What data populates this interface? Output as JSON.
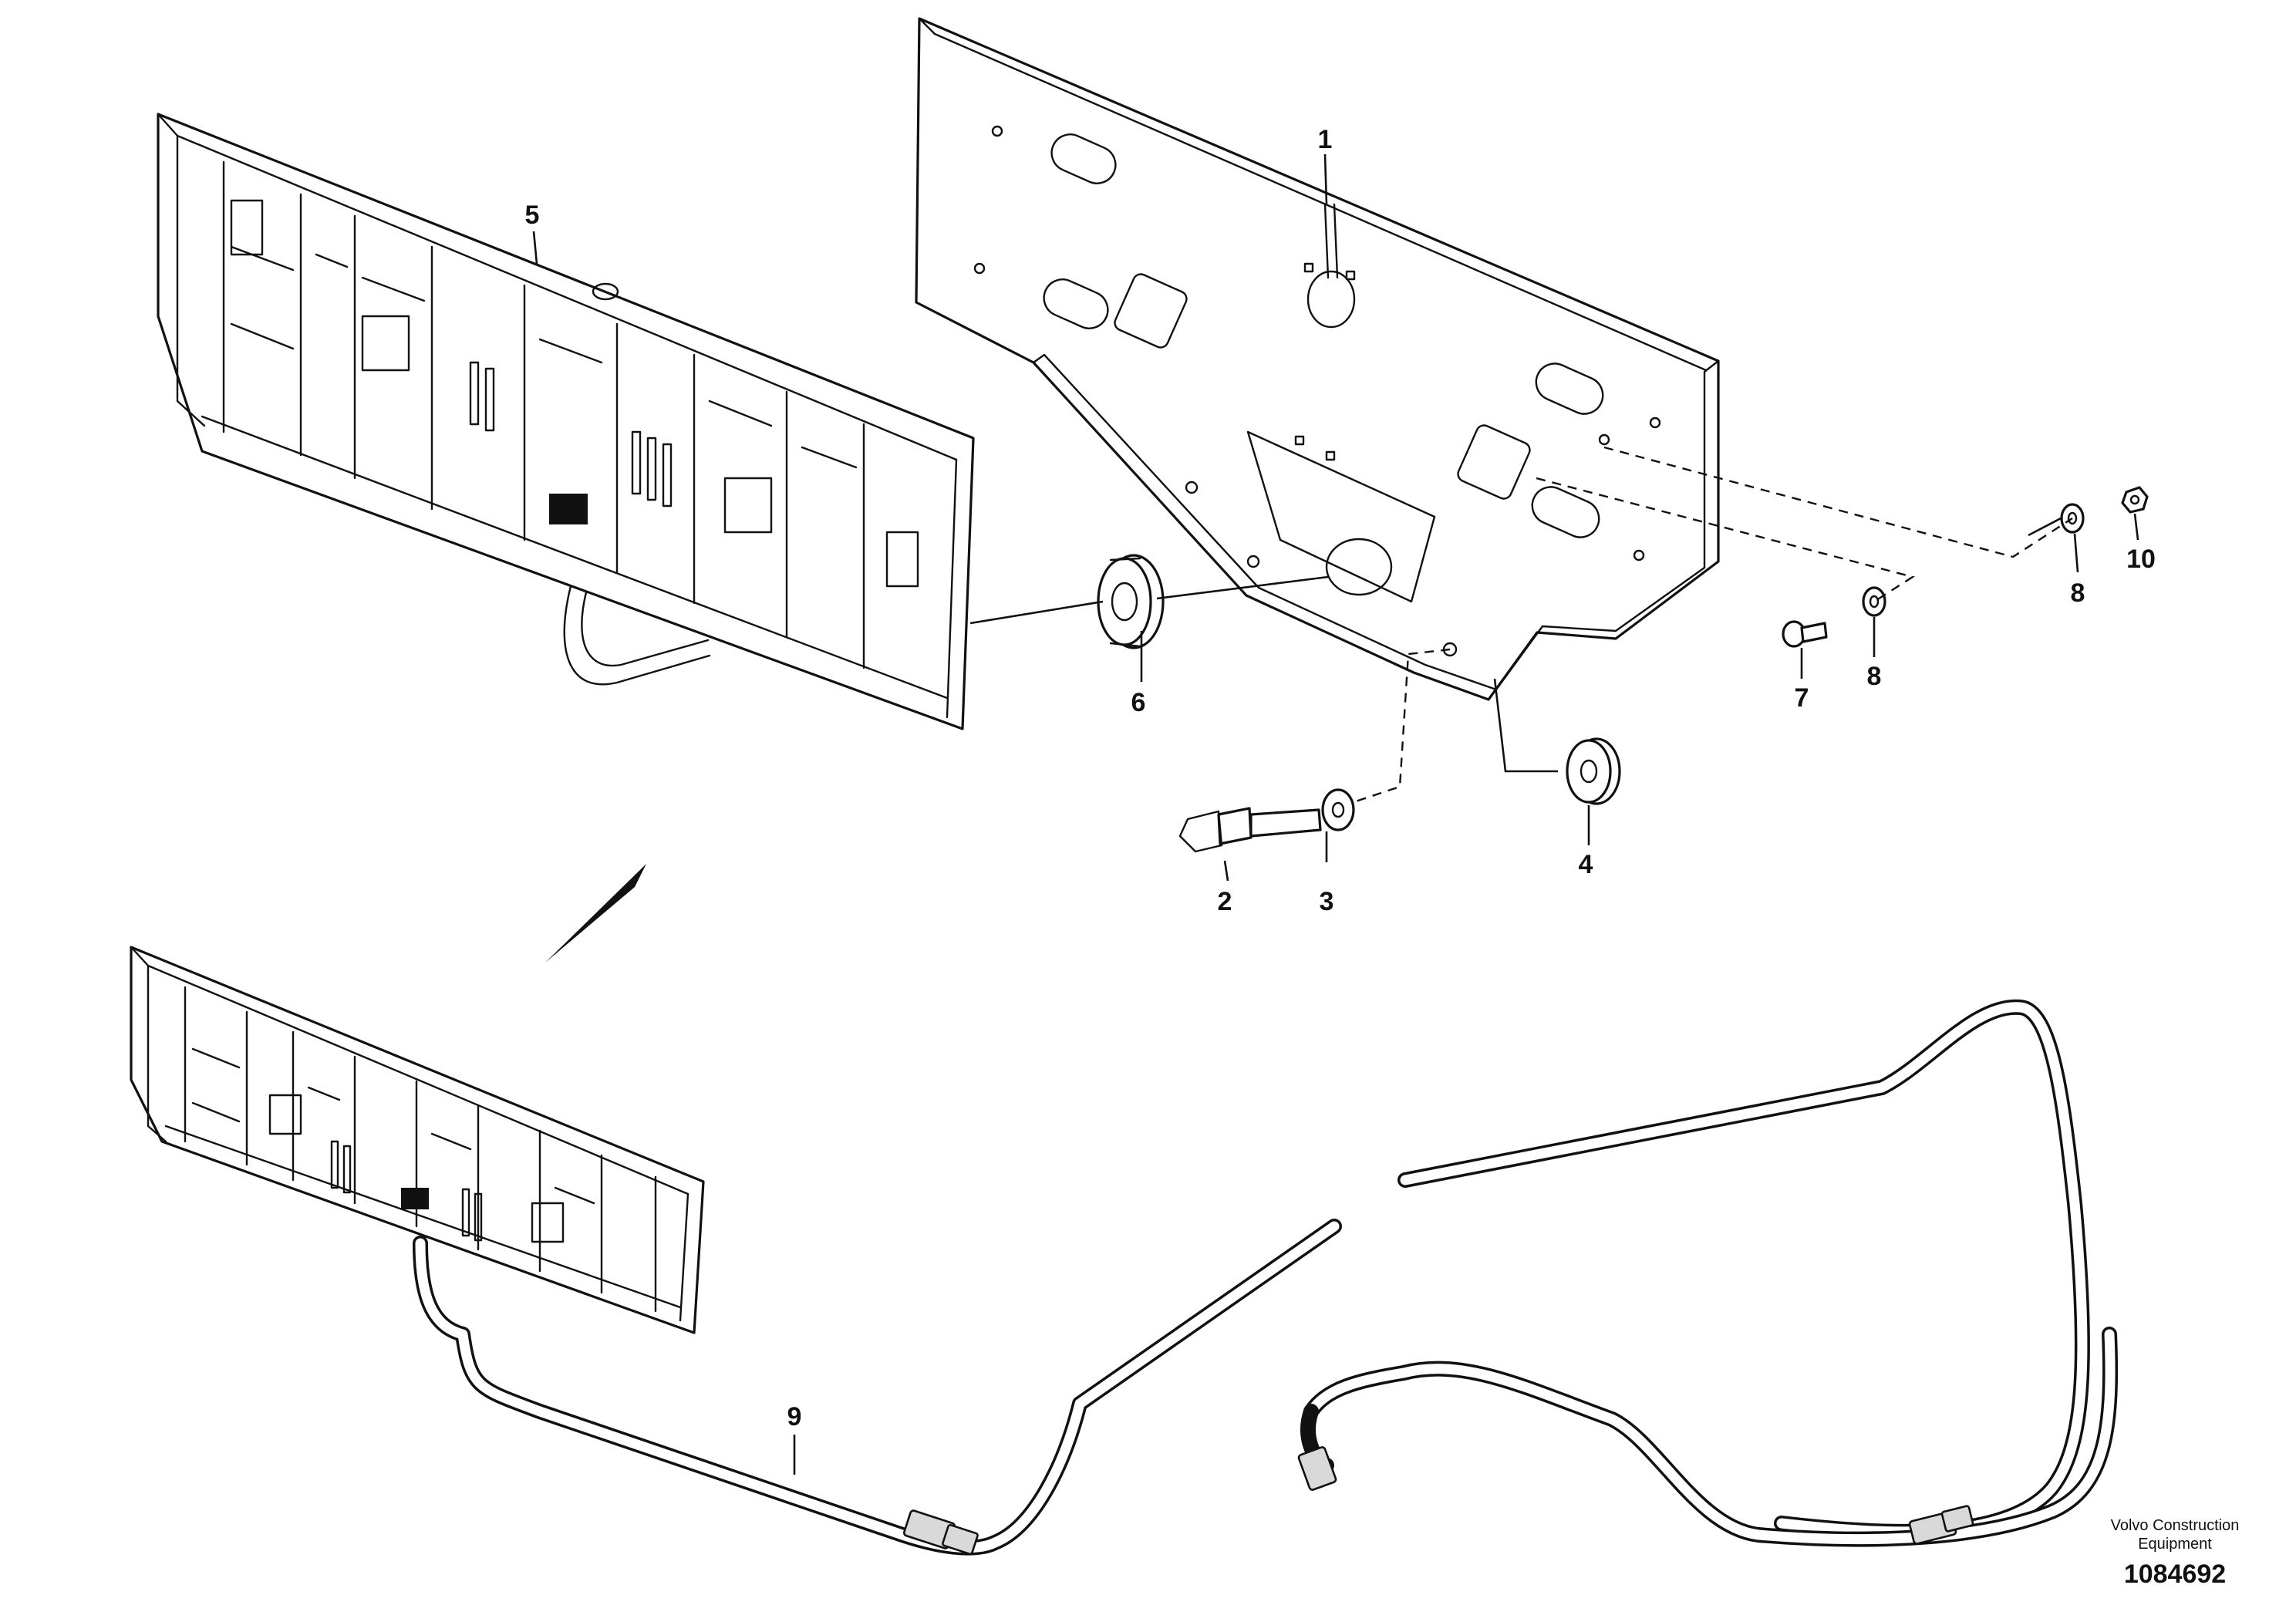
{
  "callouts": {
    "c1": "1",
    "c2": "2",
    "c3": "3",
    "c4": "4",
    "c5": "5",
    "c6": "6",
    "c7": "7",
    "c8a": "8",
    "c8b": "8",
    "c9": "9",
    "c10": "10"
  },
  "footer": {
    "brand_line1": "Volvo Construction",
    "brand_line2": "Equipment",
    "drawing_number": "1084692"
  }
}
